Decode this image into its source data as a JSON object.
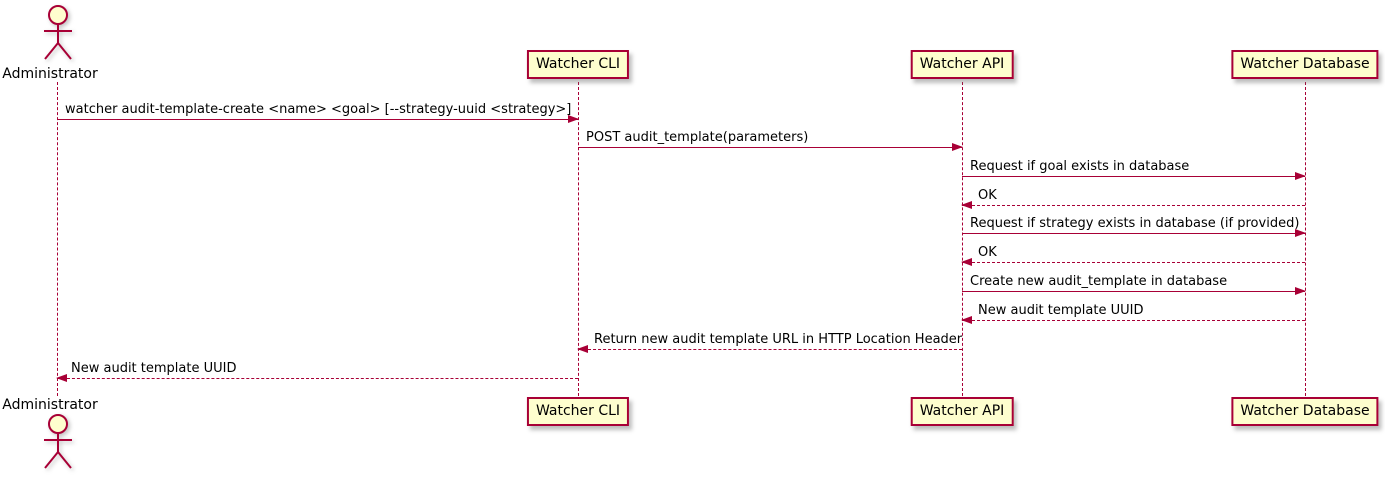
{
  "diagram": {
    "type": "sequence",
    "colors": {
      "accent": "#A80036",
      "participant_fill": "#FEFECE",
      "text": "#000000",
      "background": "#ffffff"
    },
    "participants": [
      {
        "id": "administrator",
        "label": "Administrator",
        "kind": "actor"
      },
      {
        "id": "watcher-cli",
        "label": "Watcher CLI",
        "kind": "participant"
      },
      {
        "id": "watcher-api",
        "label": "Watcher API",
        "kind": "participant"
      },
      {
        "id": "watcher-database",
        "label": "Watcher Database",
        "kind": "participant"
      }
    ],
    "messages": [
      {
        "from": "Administrator",
        "to": "Watcher CLI",
        "style": "solid",
        "label": "watcher audit-template-create <name> <goal> [--strategy-uuid <strategy>]"
      },
      {
        "from": "Watcher CLI",
        "to": "Watcher API",
        "style": "solid",
        "label": "POST audit_template(parameters)"
      },
      {
        "from": "Watcher API",
        "to": "Watcher Database",
        "style": "solid",
        "label": "Request if goal exists in database"
      },
      {
        "from": "Watcher Database",
        "to": "Watcher API",
        "style": "dashed",
        "label": "OK"
      },
      {
        "from": "Watcher API",
        "to": "Watcher Database",
        "style": "solid",
        "label": "Request if strategy exists in database (if provided)"
      },
      {
        "from": "Watcher Database",
        "to": "Watcher API",
        "style": "dashed",
        "label": "OK"
      },
      {
        "from": "Watcher API",
        "to": "Watcher Database",
        "style": "solid",
        "label": "Create new audit_template in database"
      },
      {
        "from": "Watcher Database",
        "to": "Watcher API",
        "style": "dashed",
        "label": "New audit template UUID"
      },
      {
        "from": "Watcher API",
        "to": "Watcher CLI",
        "style": "dashed",
        "label": "Return new audit template URL in HTTP Location Header"
      },
      {
        "from": "Watcher CLI",
        "to": "Administrator",
        "style": "dashed",
        "label": "New audit template UUID"
      }
    ]
  }
}
